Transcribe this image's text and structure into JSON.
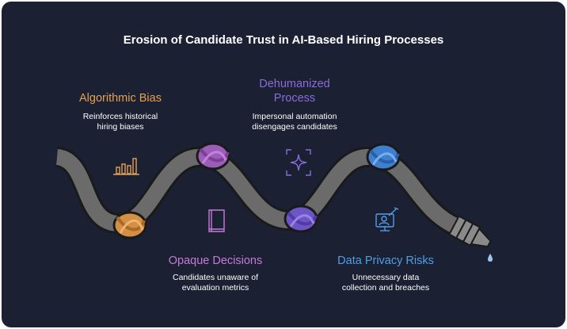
{
  "title": "Erosion of Candidate Trust in AI-Based Hiring Processes",
  "items": [
    {
      "heading": "Algorithmic Bias",
      "desc_line1": "Reinforces historical",
      "desc_line2": "hiring biases",
      "color": "#e3a155",
      "icon": "bar-chart-icon"
    },
    {
      "heading_line1": "Dehumanized",
      "heading_line2": "Process",
      "desc_line1": "Impersonal automation",
      "desc_line2": "disengages candidates",
      "color": "#8b6cd9",
      "icon": "ai-sparkle-icon"
    },
    {
      "heading": "Opaque Decisions",
      "desc_line1": "Candidates unaware of",
      "desc_line2": "evaluation metrics",
      "color": "#c77ad8",
      "icon": "book-icon"
    },
    {
      "heading": "Data Privacy Risks",
      "desc_line1": "Unnecessary data",
      "desc_line2": "collection and breaches",
      "color": "#4f9fe8",
      "icon": "monitor-user-icon"
    }
  ],
  "colors": {
    "background": "#1b2032",
    "hose": "#6b6b6b",
    "hose_outline": "#1a1a1a",
    "knot_orange": "#d38f43",
    "knot_magenta": "#9b5db8",
    "knot_purple": "#6e55c6",
    "knot_blue": "#3f7fd0",
    "drop": "#9cc6f0"
  }
}
